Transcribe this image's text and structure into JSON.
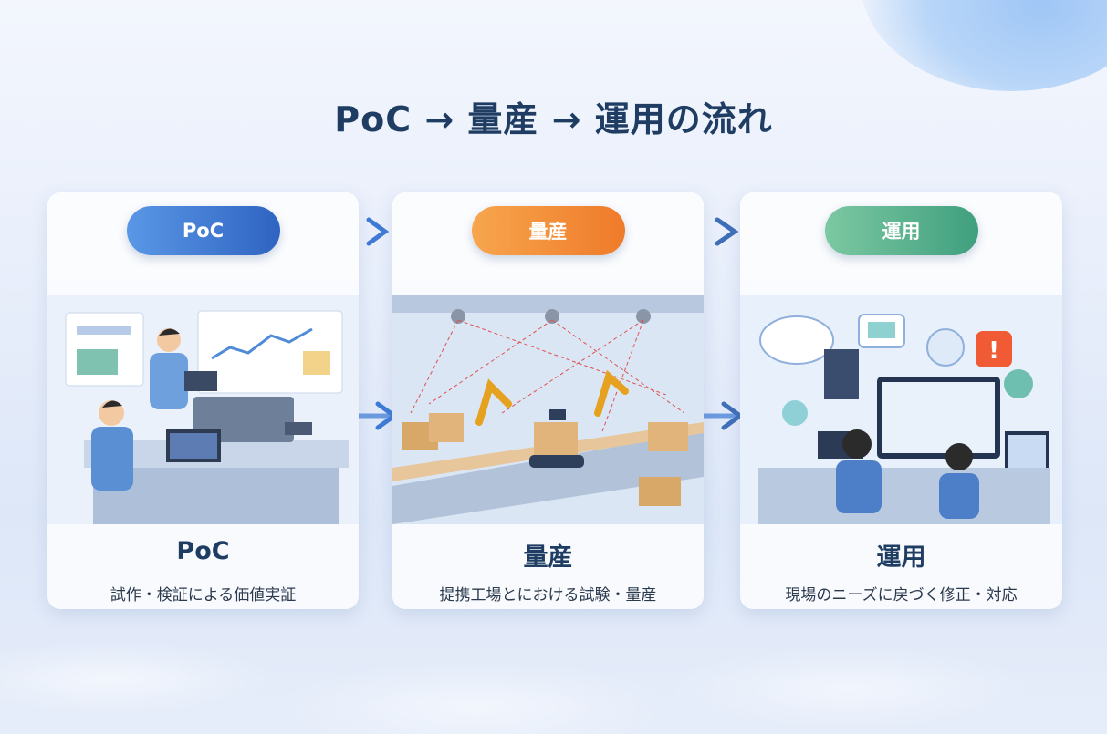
{
  "title": "PoC → 量産 → 運用の流れ",
  "colors": {
    "poc": "#3f7bd6",
    "production": "#f28c33",
    "operation": "#58b48c",
    "title": "#1f3d63"
  },
  "stages": [
    {
      "pill": "PoC",
      "heading": "PoC",
      "description": "試作・検証による価値実証",
      "icon": "poc-development-scene"
    },
    {
      "pill": "量産",
      "heading": "量産",
      "description": "提携工場とにおける試験・量産",
      "icon": "factory-robot-scene"
    },
    {
      "pill": "運用",
      "heading": "運用",
      "description": "現場のニーズに戻づく修正・対応",
      "icon": "operation-monitoring-scene"
    }
  ]
}
